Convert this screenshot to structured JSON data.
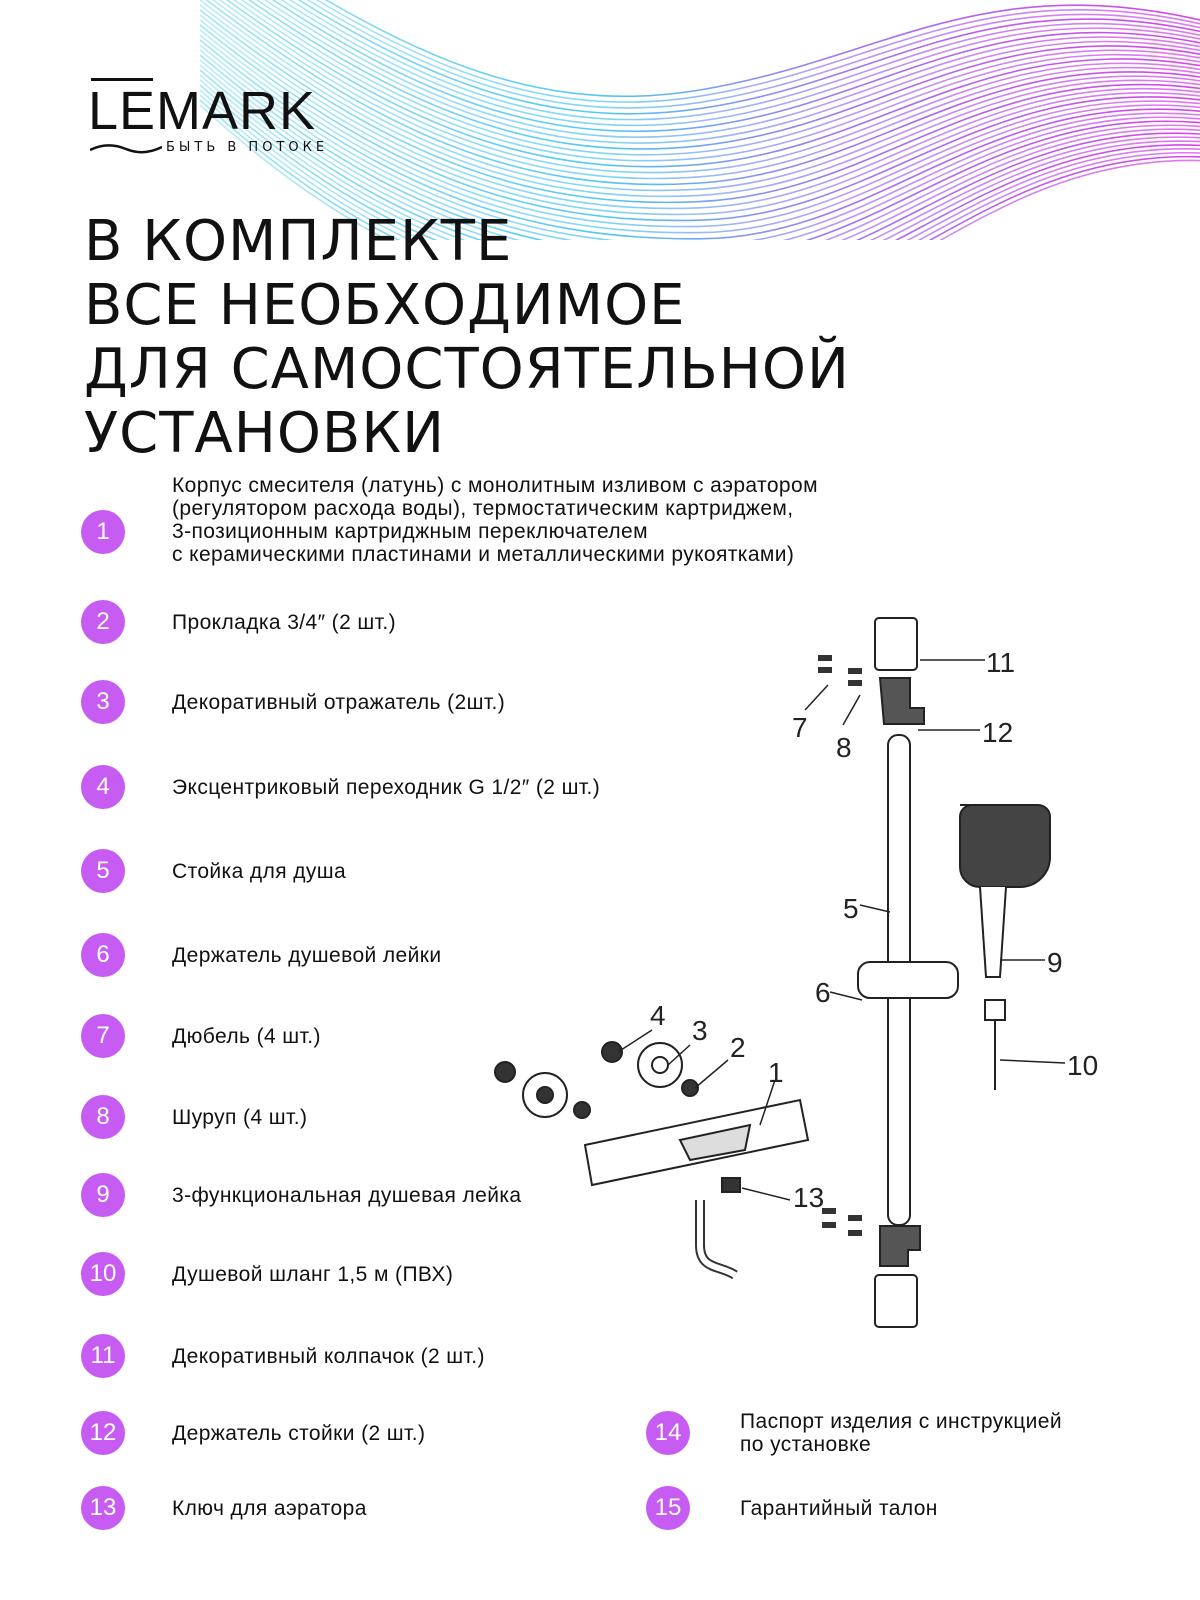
{
  "brand": {
    "name": "LEMARK",
    "tagline": "БЫТЬ В ПОТОКЕ"
  },
  "title": [
    "В КОМПЛЕКТЕ",
    "ВСЕ НЕОБХОДИМОЕ",
    "ДЛЯ  САМОСТОЯТЕЛЬНОЙ",
    "УСТАНОВКИ"
  ],
  "colors": {
    "accent": "#c65cf2"
  },
  "items": [
    {
      "num": "1",
      "lines": [
        "Корпус смесителя (латунь) с монолитным изливом с аэратором",
        "(регулятором расхода воды), термостатическим картриджем,",
        "3-позиционным картриджным переключателем",
        "с керамическими пластинами и металлическими рукоятками)"
      ]
    },
    {
      "num": "2",
      "lines": [
        "Прокладка 3/4″ (2 шт.)"
      ]
    },
    {
      "num": "3",
      "lines": [
        "Декоративный отражатель (2шт.)"
      ]
    },
    {
      "num": "4",
      "lines": [
        "Эксцентриковый переходник G 1/2″ (2 шт.)"
      ]
    },
    {
      "num": "5",
      "lines": [
        "Стойка для душа"
      ]
    },
    {
      "num": "6",
      "lines": [
        "Держатель душевой лейки"
      ]
    },
    {
      "num": "7",
      "lines": [
        "Дюбель (4 шт.)"
      ]
    },
    {
      "num": "8",
      "lines": [
        "Шуруп (4 шт.)"
      ]
    },
    {
      "num": "9",
      "lines": [
        "3-функциональная душевая лейка"
      ]
    },
    {
      "num": "10",
      "lines": [
        "Душевой шланг 1,5 м (ПВХ)"
      ]
    },
    {
      "num": "11",
      "lines": [
        "Декоративный колпачок (2 шт.)"
      ]
    },
    {
      "num": "12",
      "lines": [
        "Держатель стойки (2 шт.)"
      ]
    },
    {
      "num": "13",
      "lines": [
        "Ключ для аэратора"
      ]
    },
    {
      "num": "14",
      "lines": [
        "Паспорт изделия с инструкцией",
        "по установке"
      ]
    },
    {
      "num": "15",
      "lines": [
        "Гарантийный талон"
      ]
    }
  ],
  "diagram_labels": [
    "1",
    "2",
    "3",
    "4",
    "5",
    "6",
    "7",
    "8",
    "9",
    "10",
    "11",
    "12",
    "13"
  ]
}
